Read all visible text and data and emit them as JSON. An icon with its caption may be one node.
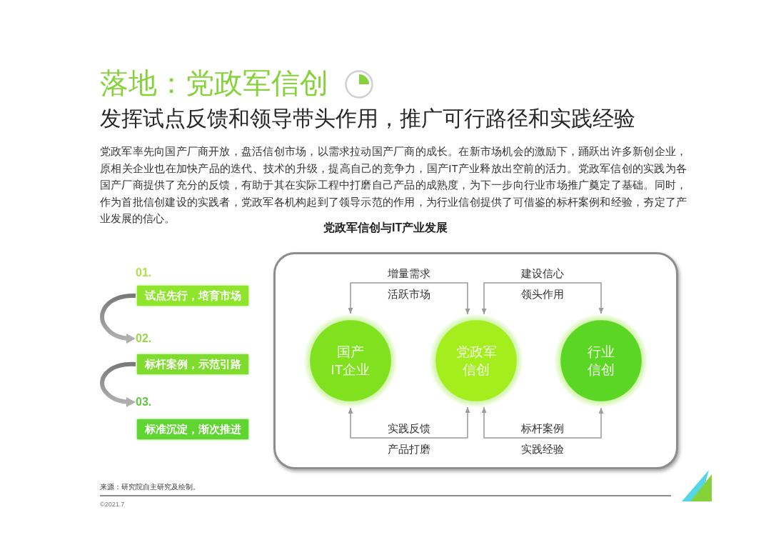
{
  "diagram": {
    "title": "落地：党政军信创",
    "nodes": [
      {
        "text": [
          "01.",
          "试点先行，培育市场"
        ]
      },
      {
        "text": [
          "02.",
          "标杆案例，示范引路"
        ]
      },
      {
        "text": [
          "03.",
          "标准沉淀，渐次推进"
        ]
      },
      {
        "text": [],
        "shape": "box"
      },
      {
        "text": [
          "国产IT企业"
        ],
        "in": 3
      },
      {
        "text": [
          "党政军信创"
        ],
        "in": 3
      },
      {
        "text": [
          "行业信创"
        ],
        "in": 3
      }
    ],
    "edges": [
      {
        "from": 0,
        "to": 1,
        "arrow": "to",
        "style": "thick",
        "color": "#7a7a7a"
      },
      {
        "from": 1,
        "to": 2,
        "arrow": "to",
        "style": "thick",
        "color": "#7a7a7a"
      },
      {
        "from": 4,
        "to": 5,
        "arrow": "both",
        "label": "增量需求"
      },
      {
        "from": 5,
        "to": 6,
        "arrow": "both",
        "label": "建设信心"
      },
      {
        "from": 4,
        "to": 5,
        "arrow": "both",
        "label": "实践反馈"
      },
      {
        "from": 5,
        "to": 6,
        "arrow": "both",
        "label": "标杆案例"
      }
    ],
    "labels": [
      "发挥试点反馈和领导带头作用，推广可行路径和实践经验",
      "党政军率先向国产厂商开放，盘活信创市场，以需求拉动国产厂商的成长。在新市场机会的激励下，踊跃出许多新创企业，原相关企业也在加快产品的迭代、技术的升级，提高自己的竞争力，国产IT产业释放出空前的活力。党政军信创的实践为各国产厂商提供了充分的反馈，有助于其在实际工程中打磨自己产品的成熟度，为下一步向行业市场推广奠定了基础。同时，作为首批信创建设的实践者，党政军各机构起到了领导示范的作用，为行业信创提供了可借鉴的标杆案例和经验，夯定了产业发展的信心。",
      "党政军信创与IT产业发展",
      "活跃市场",
      "领头作用",
      "产品打磨",
      "实践经验",
      "来源：研究院自主研究及绘制。",
      "©2021.7"
    ]
  }
}
